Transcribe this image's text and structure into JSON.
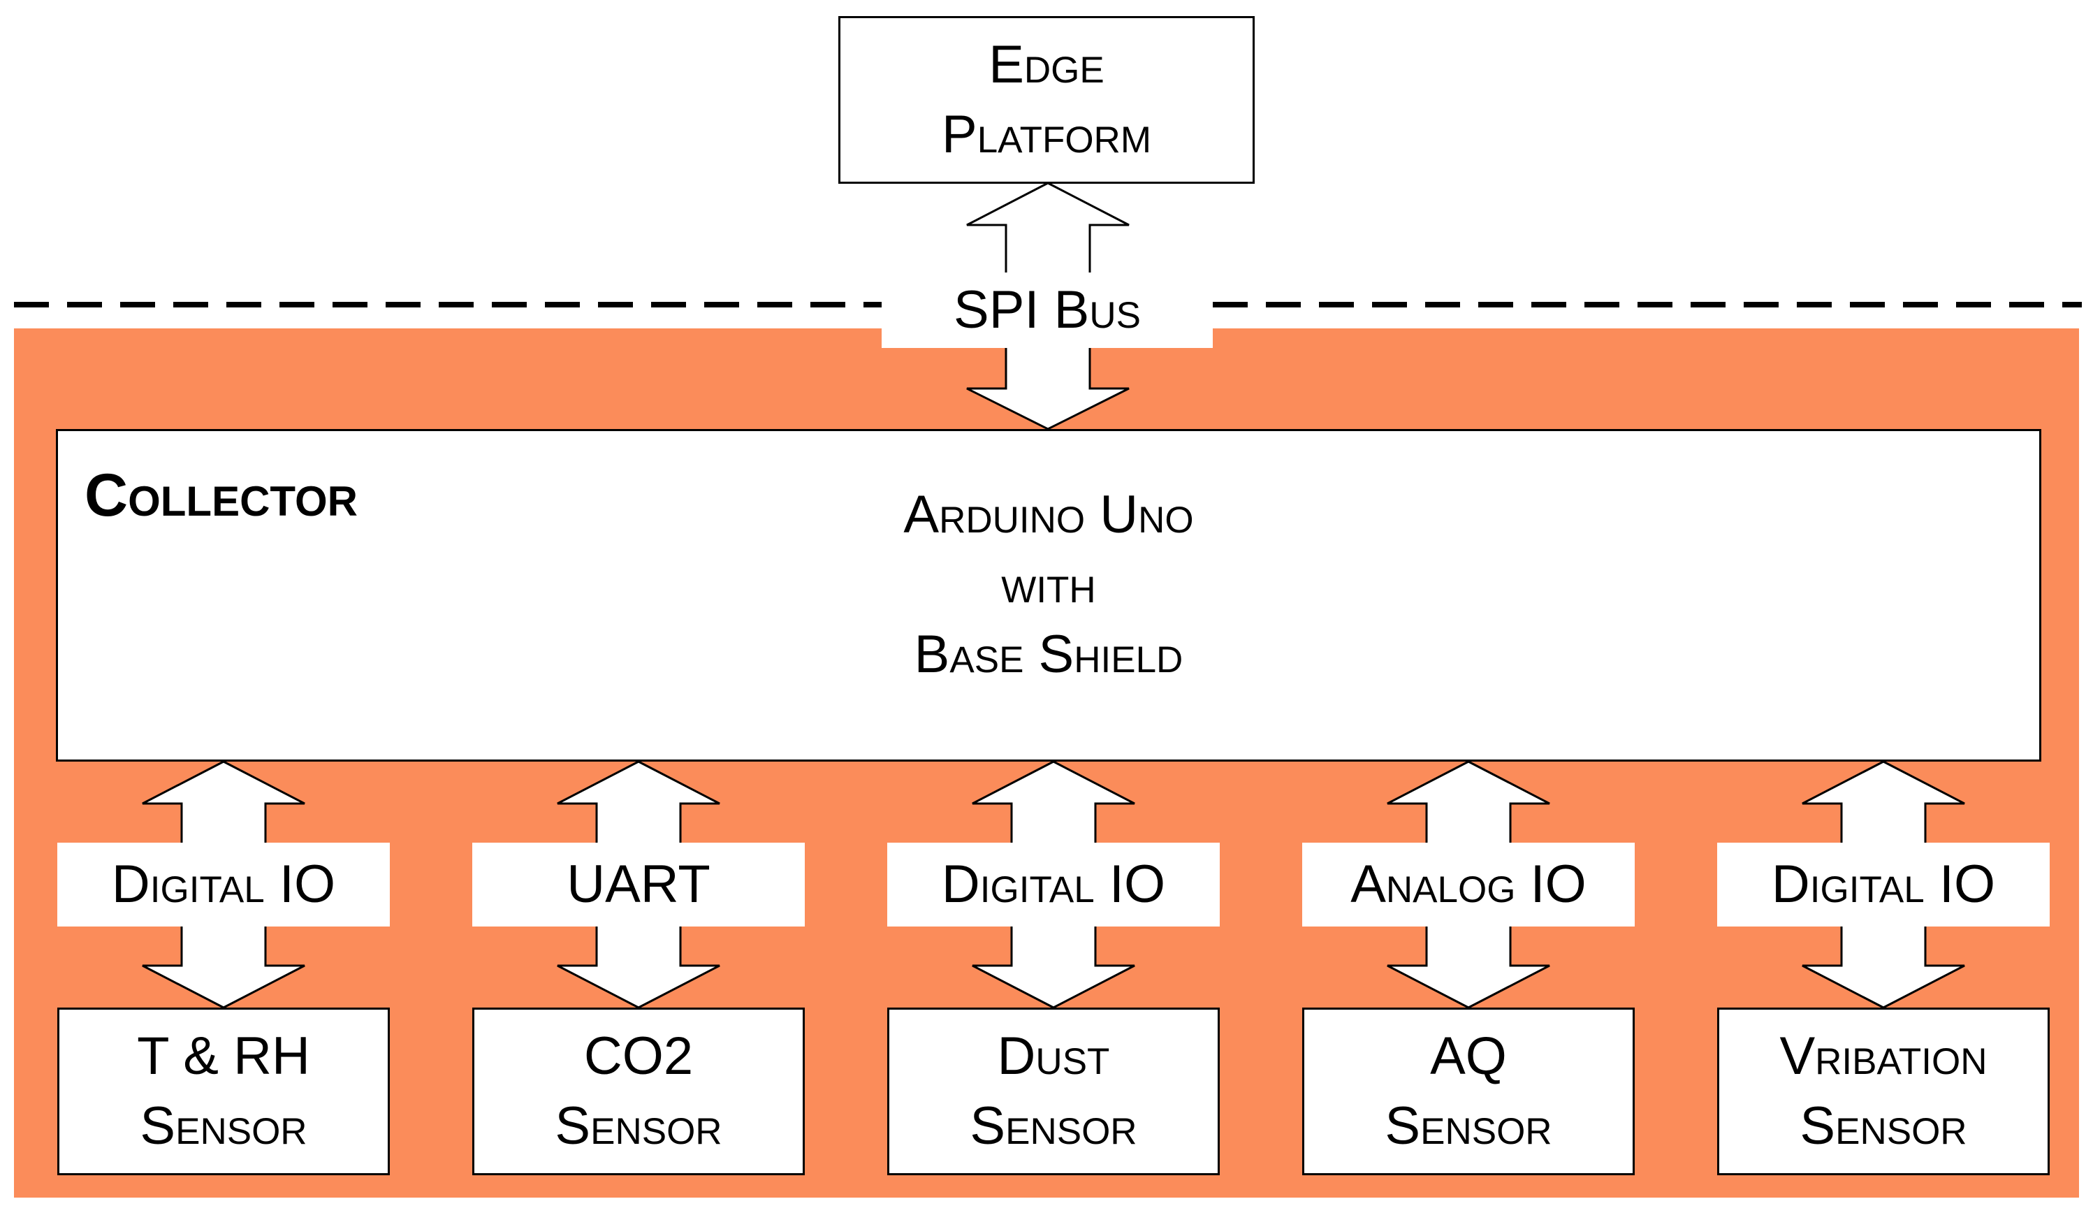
{
  "diagram": {
    "colors": {
      "background_band": "#fb8c5a",
      "line": "#000000",
      "box": "#ffffff"
    },
    "edge_platform": {
      "line1": "Edge",
      "line2": "Platform"
    },
    "bus": {
      "label": "SPI Bus"
    },
    "collector": {
      "title": "Collector",
      "line1": "Arduino Uno",
      "line2": "with",
      "line3": "Base Shield"
    },
    "channels": [
      {
        "interface": "Digital IO",
        "sensor_line1": "T & RH",
        "sensor_line2": "Sensor"
      },
      {
        "interface": "UART",
        "sensor_line1": "CO2",
        "sensor_line2": "Sensor"
      },
      {
        "interface": "Digital IO",
        "sensor_line1": "Dust",
        "sensor_line2": "Sensor"
      },
      {
        "interface": "Analog IO",
        "sensor_line1": "AQ",
        "sensor_line2": "Sensor"
      },
      {
        "interface": "Digital IO",
        "sensor_line1": "Vribation",
        "sensor_line2": "Sensor"
      }
    ]
  }
}
